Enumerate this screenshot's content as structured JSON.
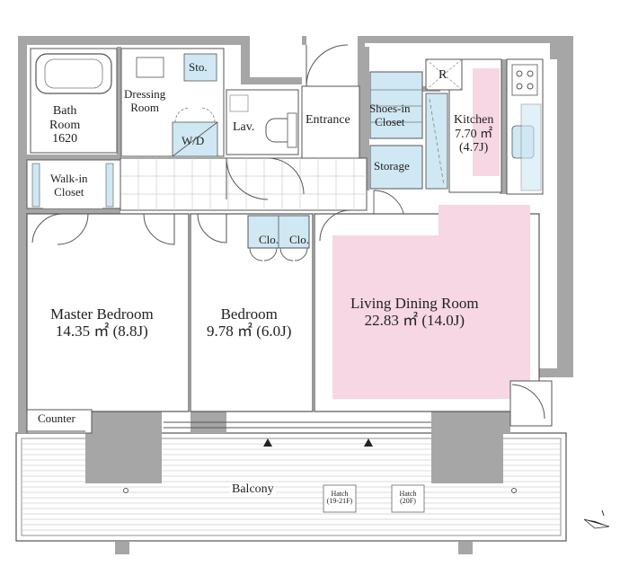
{
  "rooms": {
    "bath": {
      "line1": "Bath",
      "line2": "Room",
      "line3": "1620"
    },
    "dressing": {
      "line1": "Dressing",
      "line2": "Room"
    },
    "sto": "Sto.",
    "wd": "W/D",
    "lav": "Lav.",
    "entrance": "Entrance",
    "shoes": {
      "line1": "Shoes-in",
      "line2": "Closet"
    },
    "storage": "Storage",
    "refrigerator": "R",
    "kitchen": {
      "line1": "Kitchen",
      "line2": "7.70 ㎡",
      "line3": "(4.7J)"
    },
    "walkin": {
      "line1": "Walk-in",
      "line2": "Closet"
    },
    "clo1": "Clo.",
    "clo2": "Clo.",
    "master": {
      "line1": "Master Bedroom",
      "line2": "14.35 ㎡ (8.8J)"
    },
    "bedroom": {
      "line1": "Bedroom",
      "line2": "9.78 ㎡ (6.0J)"
    },
    "living": {
      "line1": "Living Dining Room",
      "line2": "22.83 ㎡ (14.0J)"
    },
    "counter": "Counter",
    "balcony": "Balcony",
    "hatch1": {
      "line1": "Hatch",
      "line2": "(19-21F)"
    },
    "hatch2": {
      "line1": "Hatch",
      "line2": "(20F)"
    }
  },
  "colors": {
    "wall": "#a6a6a6",
    "closet": "#cfe8f3",
    "living_floor": "#f6d7e3",
    "line": "#555555"
  },
  "icons": {
    "north": "north-arrow-icon",
    "balcony_door": "sliding-door-marker-icon"
  }
}
